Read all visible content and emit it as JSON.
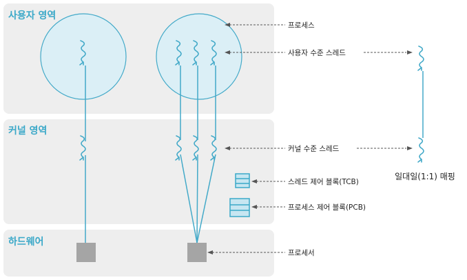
{
  "regions": {
    "user": "사용자 영역",
    "kernel": "커널 영역",
    "hardware": "하드웨어"
  },
  "labels": {
    "process": "프로세스",
    "user_thread": "사용자 수준 스레드",
    "kernel_thread": "커널 수준 스레드",
    "tcb": "스레드 제어 블록(TCB)",
    "pcb": "프로세스 제어 블록(PCB)",
    "processor": "프로세서",
    "mapping": "일대일(1:1) 매핑"
  },
  "colors": {
    "region_fill": "#eeeeee",
    "title": "#3aa8c8",
    "process_fill": "#dbeff6",
    "line": "#42a9c8",
    "block_fill": "#c7e6f1",
    "processor_fill": "#a5a5a5",
    "leader": "#555555"
  },
  "icons": {
    "thread": "thread-squiggle-icon",
    "block": "control-block-icon",
    "processor": "processor-chip-icon"
  }
}
